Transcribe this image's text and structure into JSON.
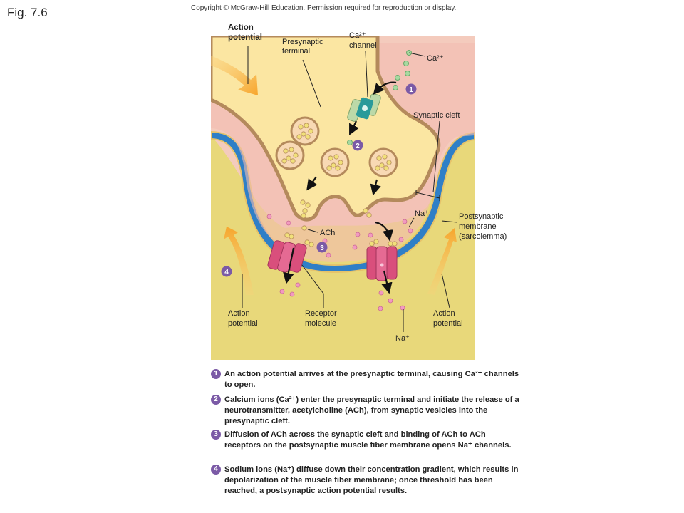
{
  "figure": {
    "label": "Fig. 7.6",
    "copyright": "Copyright © McGraw-Hill Education. Permission required for reproduction or display."
  },
  "labels": {
    "action_potential_top": [
      "Action",
      "potential"
    ],
    "presynaptic_terminal": [
      "Presynaptic",
      "terminal"
    ],
    "ca_channel": [
      "Ca²⁺",
      "channel"
    ],
    "ca_ion": "Ca²⁺",
    "synaptic_cleft": "Synaptic cleft",
    "na_ion_upper": "Na⁺",
    "postsynaptic_membrane": [
      "Postsynaptic",
      "membrane",
      "(sarcolemma)"
    ],
    "ach": "ACh",
    "action_potential_left": [
      "Action",
      "potential"
    ],
    "receptor_molecule": [
      "Receptor",
      "molecule"
    ],
    "action_potential_right": [
      "Action",
      "potential"
    ],
    "na_ion_lower": "Na⁺"
  },
  "markers": [
    "1",
    "2",
    "3",
    "4"
  ],
  "steps": [
    {
      "number": "1",
      "text": "An action potential arrives at the presynaptic terminal, causing Ca²⁺ channels to open."
    },
    {
      "number": "2",
      "text": "Calcium ions (Ca²⁺) enter the presynaptic terminal and initiate the release of a neurotransmitter, acetylcholine (ACh), from synaptic vesicles into the presynaptic cleft."
    },
    {
      "number": "3",
      "text": "Diffusion of ACh across the synaptic cleft and binding of ACh to ACh receptors on the postsynaptic muscle fiber membrane opens Na⁺ channels."
    },
    {
      "number": "4",
      "text": "Sodium ions (Na⁺) diffuse down their concentration gradient, which results in depolarization of the muscle fiber membrane; once threshold has been reached, a postsynaptic action potential results."
    }
  ],
  "colors": {
    "muscle_fiber": "#e8d87a",
    "cleft": "#f4cbbd",
    "terminal": "#fbe6a2",
    "terminal_border": "#b48a5c",
    "membrane": "#2f7fc7",
    "receptor": "#d94f7c",
    "ca_channel": "#2a9a9a",
    "marker": "#7b5aa6",
    "arrow": "#f7a52c"
  }
}
